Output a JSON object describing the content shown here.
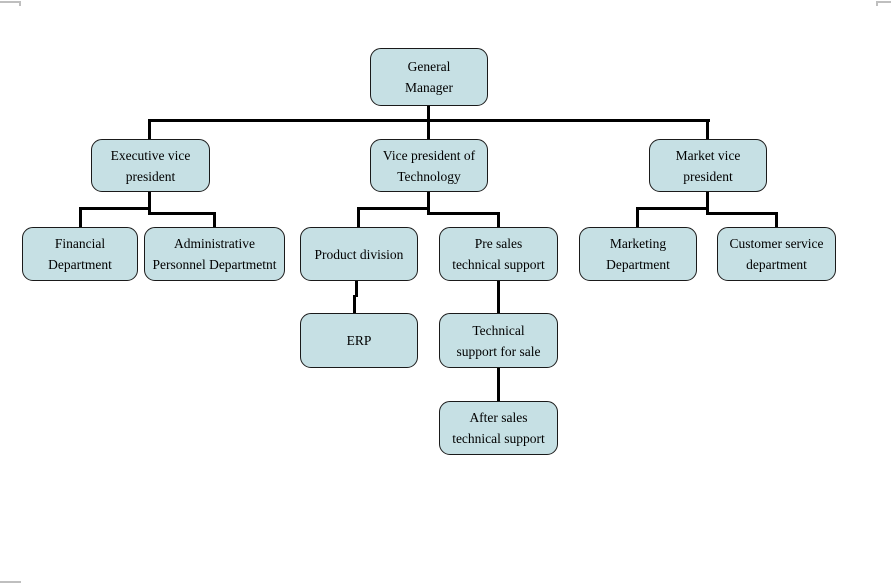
{
  "colors": {
    "background": "#ffffff",
    "node_fill": "#c6e0e4",
    "node_border": "#1a1a1a",
    "connector": "#000000",
    "crop_mark": "#bfbfbf"
  },
  "org_chart": {
    "nodes": {
      "general_manager": {
        "lines": [
          "General",
          "Manager"
        ]
      },
      "executive_vice_president": {
        "lines": [
          "Executive vice",
          "president"
        ]
      },
      "vice_president_of_technology": {
        "lines": [
          "Vice president of",
          "Technology"
        ]
      },
      "market_vice_president": {
        "lines": [
          "Market vice",
          "president"
        ]
      },
      "financial_department": {
        "lines": [
          "Financial",
          "Department"
        ]
      },
      "administrative_personnel_department": {
        "lines": [
          "Administrative",
          "Personnel Departmetnt"
        ]
      },
      "product_division": {
        "lines": [
          "Product division"
        ]
      },
      "pre_sales_technical_support": {
        "lines": [
          "Pre sales",
          "technical support"
        ]
      },
      "marketing_department": {
        "lines": [
          "Marketing",
          "Department"
        ]
      },
      "customer_service_department": {
        "lines": [
          "Customer service",
          "department"
        ]
      },
      "erp": {
        "lines": [
          "ERP"
        ]
      },
      "technical_support_for_sale": {
        "lines": [
          "Technical",
          "support for sale"
        ]
      },
      "after_sales_technical_support": {
        "lines": [
          "After sales",
          "technical support"
        ]
      }
    },
    "edges": [
      {
        "from": "general_manager",
        "to": "executive_vice_president"
      },
      {
        "from": "general_manager",
        "to": "vice_president_of_technology"
      },
      {
        "from": "general_manager",
        "to": "market_vice_president"
      },
      {
        "from": "executive_vice_president",
        "to": "financial_department"
      },
      {
        "from": "executive_vice_president",
        "to": "administrative_personnel_department"
      },
      {
        "from": "vice_president_of_technology",
        "to": "product_division"
      },
      {
        "from": "vice_president_of_technology",
        "to": "pre_sales_technical_support"
      },
      {
        "from": "market_vice_president",
        "to": "marketing_department"
      },
      {
        "from": "market_vice_president",
        "to": "customer_service_department"
      },
      {
        "from": "product_division",
        "to": "erp"
      },
      {
        "from": "pre_sales_technical_support",
        "to": "technical_support_for_sale"
      },
      {
        "from": "technical_support_for_sale",
        "to": "after_sales_technical_support"
      }
    ]
  }
}
